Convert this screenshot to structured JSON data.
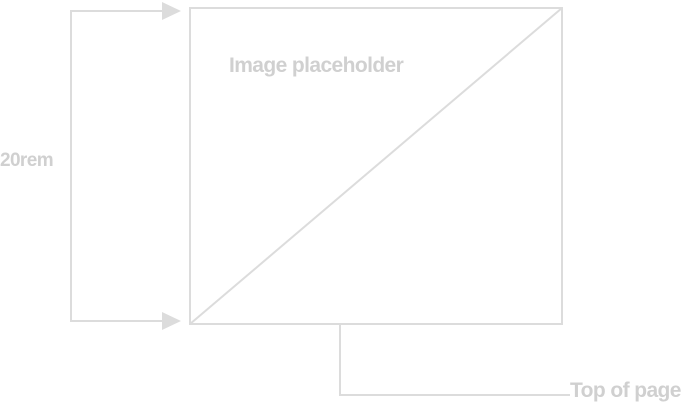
{
  "diagram": {
    "image_placeholder_label": "Image placeholder",
    "height_label": "20rem",
    "top_of_page_label": "Top of page",
    "line_color": "#dcdcdc",
    "text_color": "#d0d0d0"
  }
}
